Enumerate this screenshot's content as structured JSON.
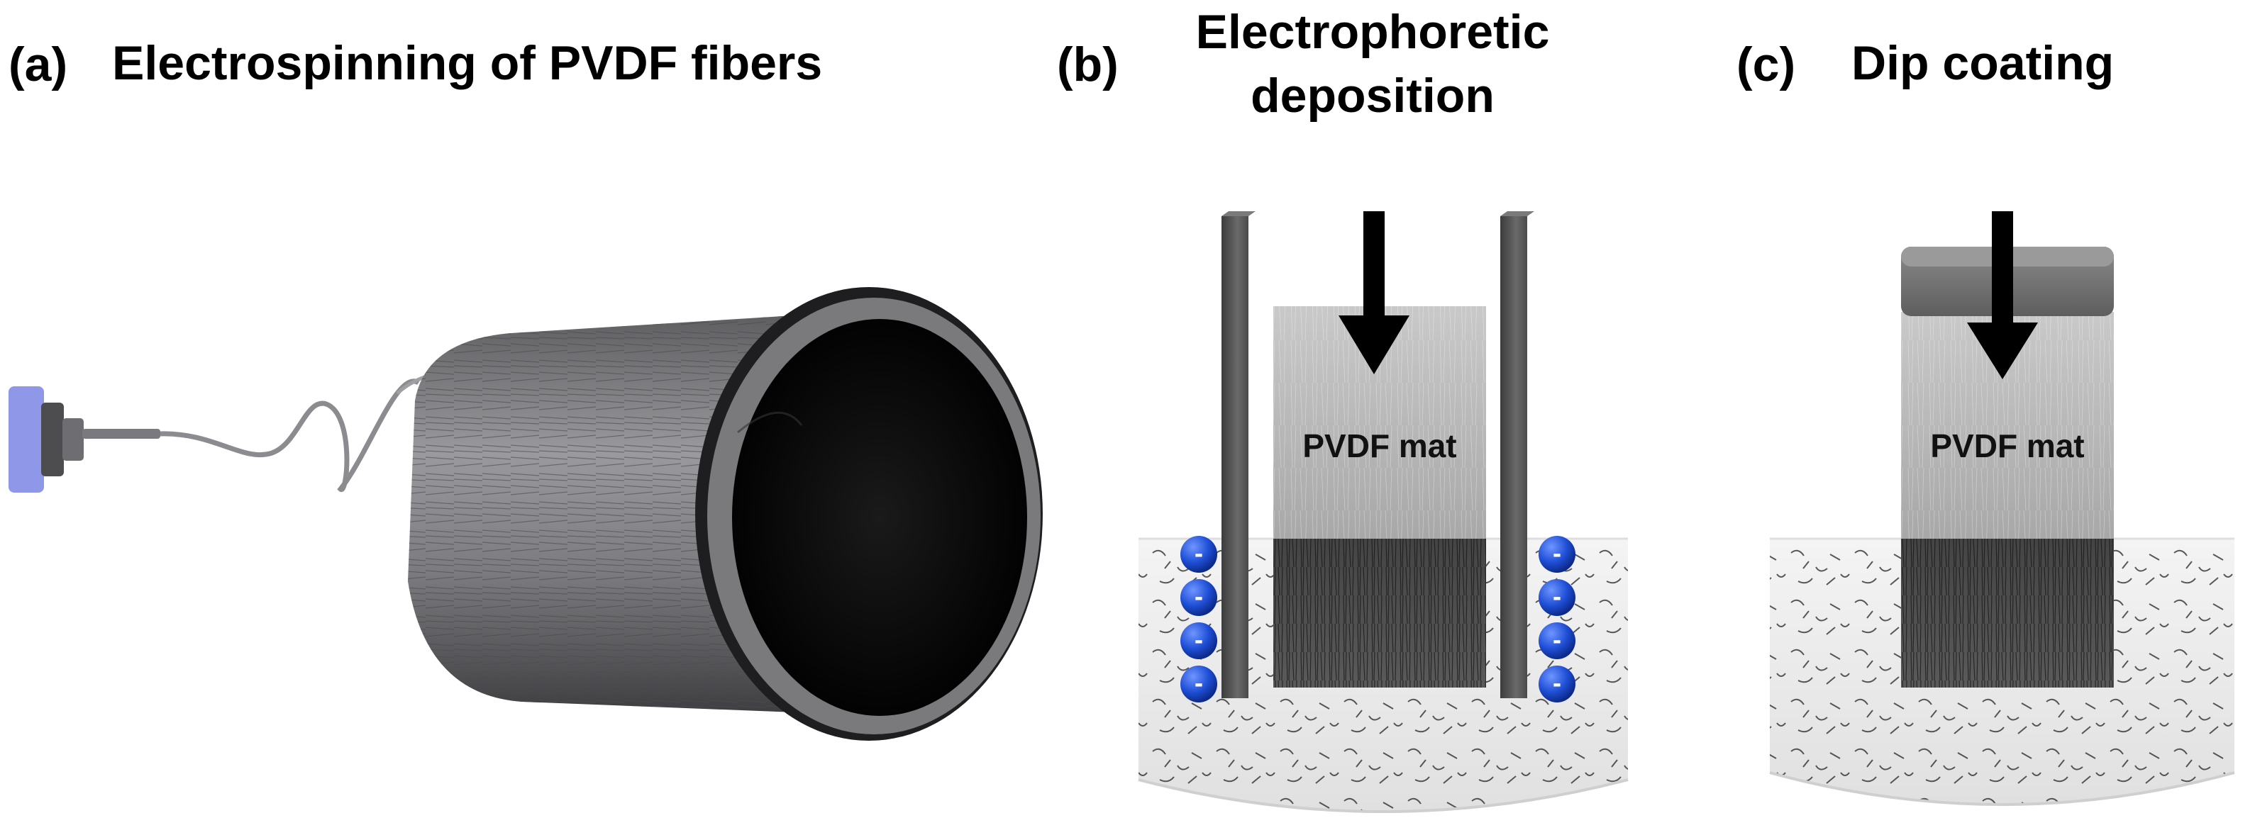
{
  "panels": [
    {
      "tag": "(a)",
      "title": "Electrospinning of PVDF fibers"
    },
    {
      "tag": "(b)",
      "title_line1": "Electrophoretic",
      "title_line2": "deposition",
      "mat_label": "PVDF mat",
      "ion_symbol": "-"
    },
    {
      "tag": "(c)",
      "title": "Dip coating",
      "mat_label": "PVDF mat"
    }
  ],
  "colors": {
    "syringe_blue": "#8f97e8",
    "drum": "#7f7f82",
    "ion_blue": "#1f4fd6",
    "electrode": "#555555",
    "arrow": "#000000"
  }
}
